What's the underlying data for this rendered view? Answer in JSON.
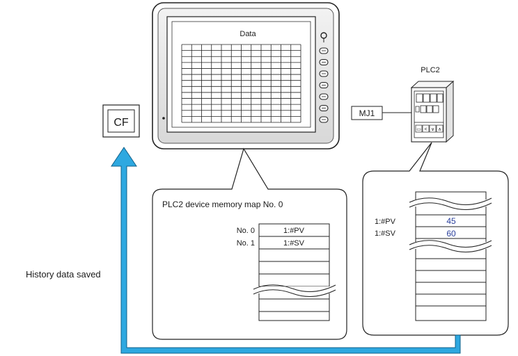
{
  "hmi": {
    "screen_title": "Data"
  },
  "cf_card": {
    "label": "CF"
  },
  "port": {
    "label": "MJ1"
  },
  "plc": {
    "label": "PLC2"
  },
  "history": {
    "label": "History data saved"
  },
  "memory_map": {
    "title": "PLC2 device memory map No. 0",
    "rows": [
      {
        "number": "No. 0",
        "device": "1:#PV"
      },
      {
        "number": "No. 1",
        "device": "1:#SV"
      }
    ]
  },
  "plc_memory": {
    "rows": [
      {
        "device": "1:#PV",
        "value": "45"
      },
      {
        "device": "1:#SV",
        "value": "60"
      }
    ]
  },
  "colors": {
    "arrow": "#2ea8e0",
    "value_text": "#2a3f9c"
  }
}
